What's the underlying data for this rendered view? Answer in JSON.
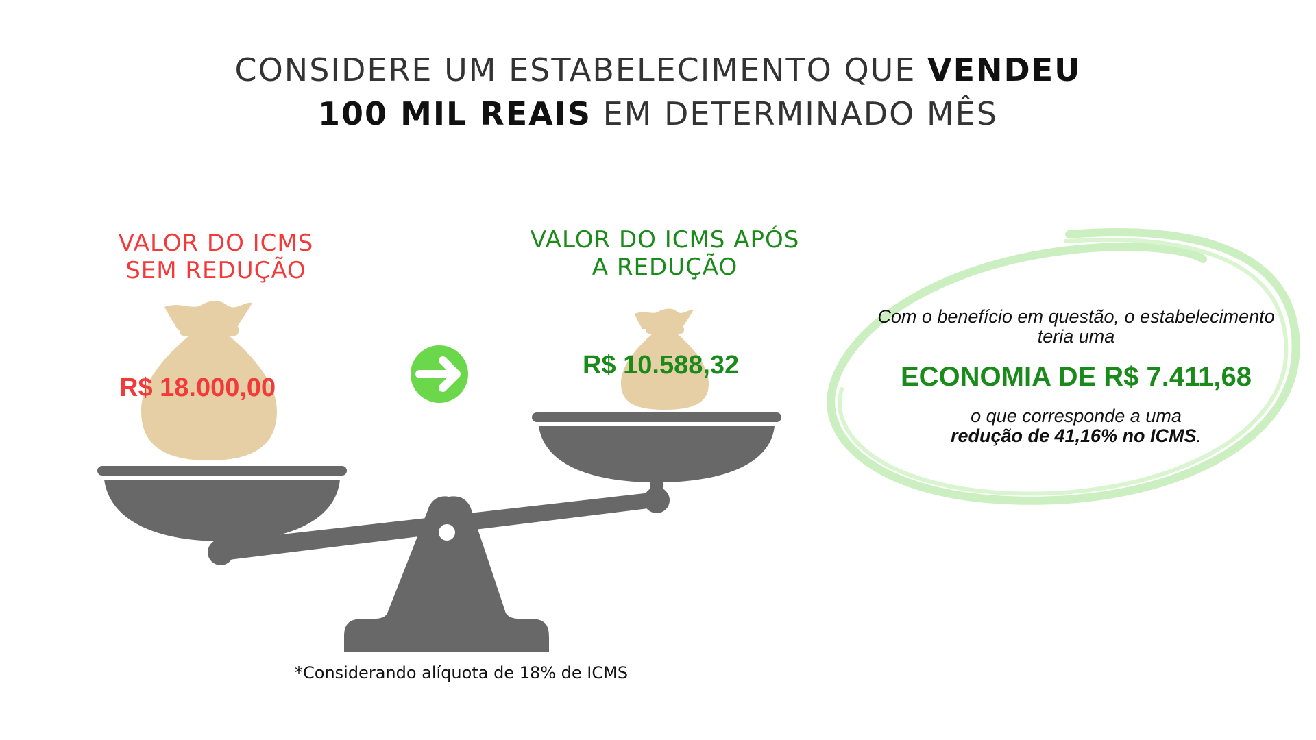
{
  "headline": {
    "line1_light": "CONSIDERE UM ESTABELECIMENTO QUE ",
    "line1_bold": "VENDEU",
    "line2_bold": "100 MIL REAIS",
    "line2_light": " EM DETERMINADO MÊS"
  },
  "left_pan": {
    "label": "VALOR DO ICMS SEM REDUÇÃO",
    "amount": "R$ 18.000,00"
  },
  "right_pan": {
    "label": "VALOR DO ICMS APÓS A REDUÇÃO",
    "amount": "R$ 10.588,32"
  },
  "callout": {
    "intro": "Com o benefício em questão, o estabelecimento teria uma",
    "highlight": "ECONOMIA DE R$ 7.411,68",
    "outro_lead": "o que corresponde a uma",
    "outro_strong": "redução de 41,16% no ICMS",
    "outro_end": "."
  },
  "footnote": "*Considerando alíquota de 18% de ICMS",
  "colors": {
    "red": "#F23A3A",
    "green": "#1A8A1A",
    "arrow_green": "#6BD84B",
    "scale_gray": "#686868",
    "bag_tan": "#E6CFA5",
    "oval_green": "#CBEFC0"
  },
  "icons": {
    "arrow": "arrow-right-circle-icon",
    "bag": "money-bag-icon",
    "scale": "balance-scale-icon"
  }
}
